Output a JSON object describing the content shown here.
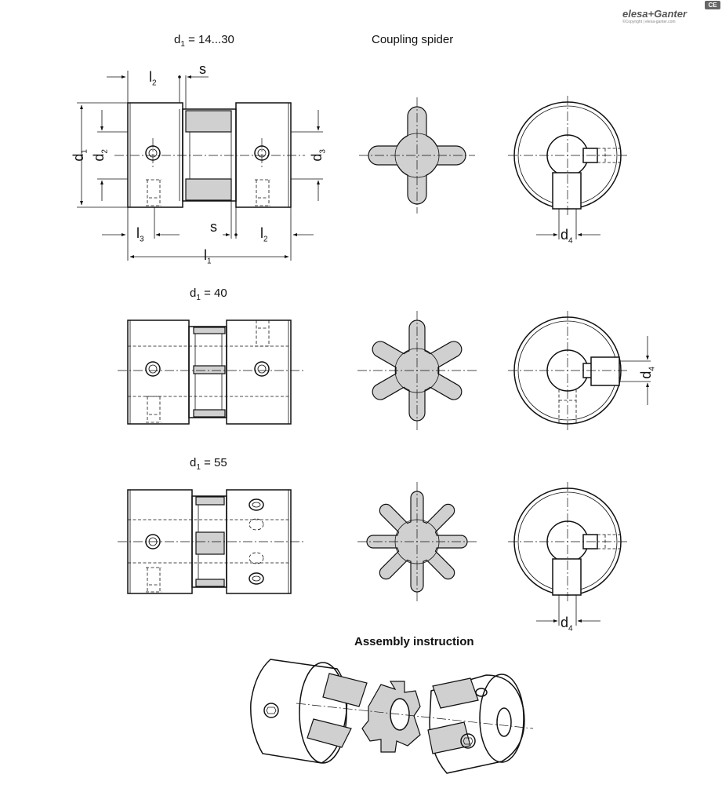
{
  "brand": {
    "logo_text": "elesa+Ganter",
    "copyright": "©Copyright | elesa-ganter.com",
    "badge": "CE"
  },
  "headings": {
    "view1": {
      "base": "d",
      "sub": "1",
      "rest": " = 14...30"
    },
    "spider": "Coupling spider",
    "view2": {
      "base": "d",
      "sub": "1",
      "rest": " = 40"
    },
    "view3": {
      "base": "d",
      "sub": "1",
      "rest": " = 55"
    },
    "assembly": "Assembly instruction"
  },
  "dims": {
    "l2_top": {
      "base": "l",
      "sub": "2"
    },
    "s_top": "s",
    "d1": {
      "base": "d",
      "sub": "1"
    },
    "d2": {
      "base": "d",
      "sub": "2"
    },
    "d3": {
      "base": "d",
      "sub": "3"
    },
    "l3": {
      "base": "l",
      "sub": "3"
    },
    "s_bottom": "s",
    "l2_bottom": {
      "base": "l",
      "sub": "2"
    },
    "l1": {
      "base": "l",
      "sub": "1"
    },
    "d4_a": {
      "base": "d",
      "sub": "4"
    },
    "d4_b": {
      "base": "d",
      "sub": "4"
    },
    "d4_c": {
      "base": "d",
      "sub": "4"
    }
  },
  "colors": {
    "line": "#111111",
    "fill": "#d0d0d0"
  }
}
